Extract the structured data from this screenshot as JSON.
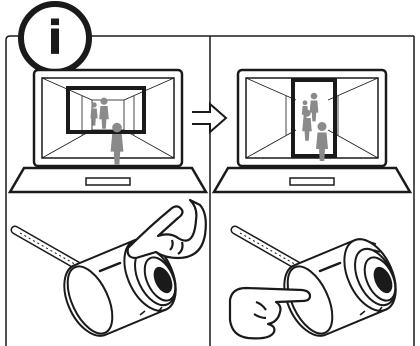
{
  "info_badge": {
    "glyph": "i",
    "icon": "info-icon"
  },
  "panels": [
    {
      "id": "before",
      "laptop_icon": "laptop-icon",
      "scene": "corridor-view-landscape-crop",
      "hand": "finger-touch-top-icon"
    },
    {
      "id": "after",
      "laptop_icon": "laptop-icon",
      "scene": "corridor-view-portrait-crop",
      "hand": "finger-touch-side-icon"
    }
  ],
  "transition_icon": "arrow-right-icon",
  "colors": {
    "ink": "#1a1a1a",
    "screen_fill": "#ffffff",
    "people": "#8a8a8a",
    "paper": "#ffffff"
  }
}
